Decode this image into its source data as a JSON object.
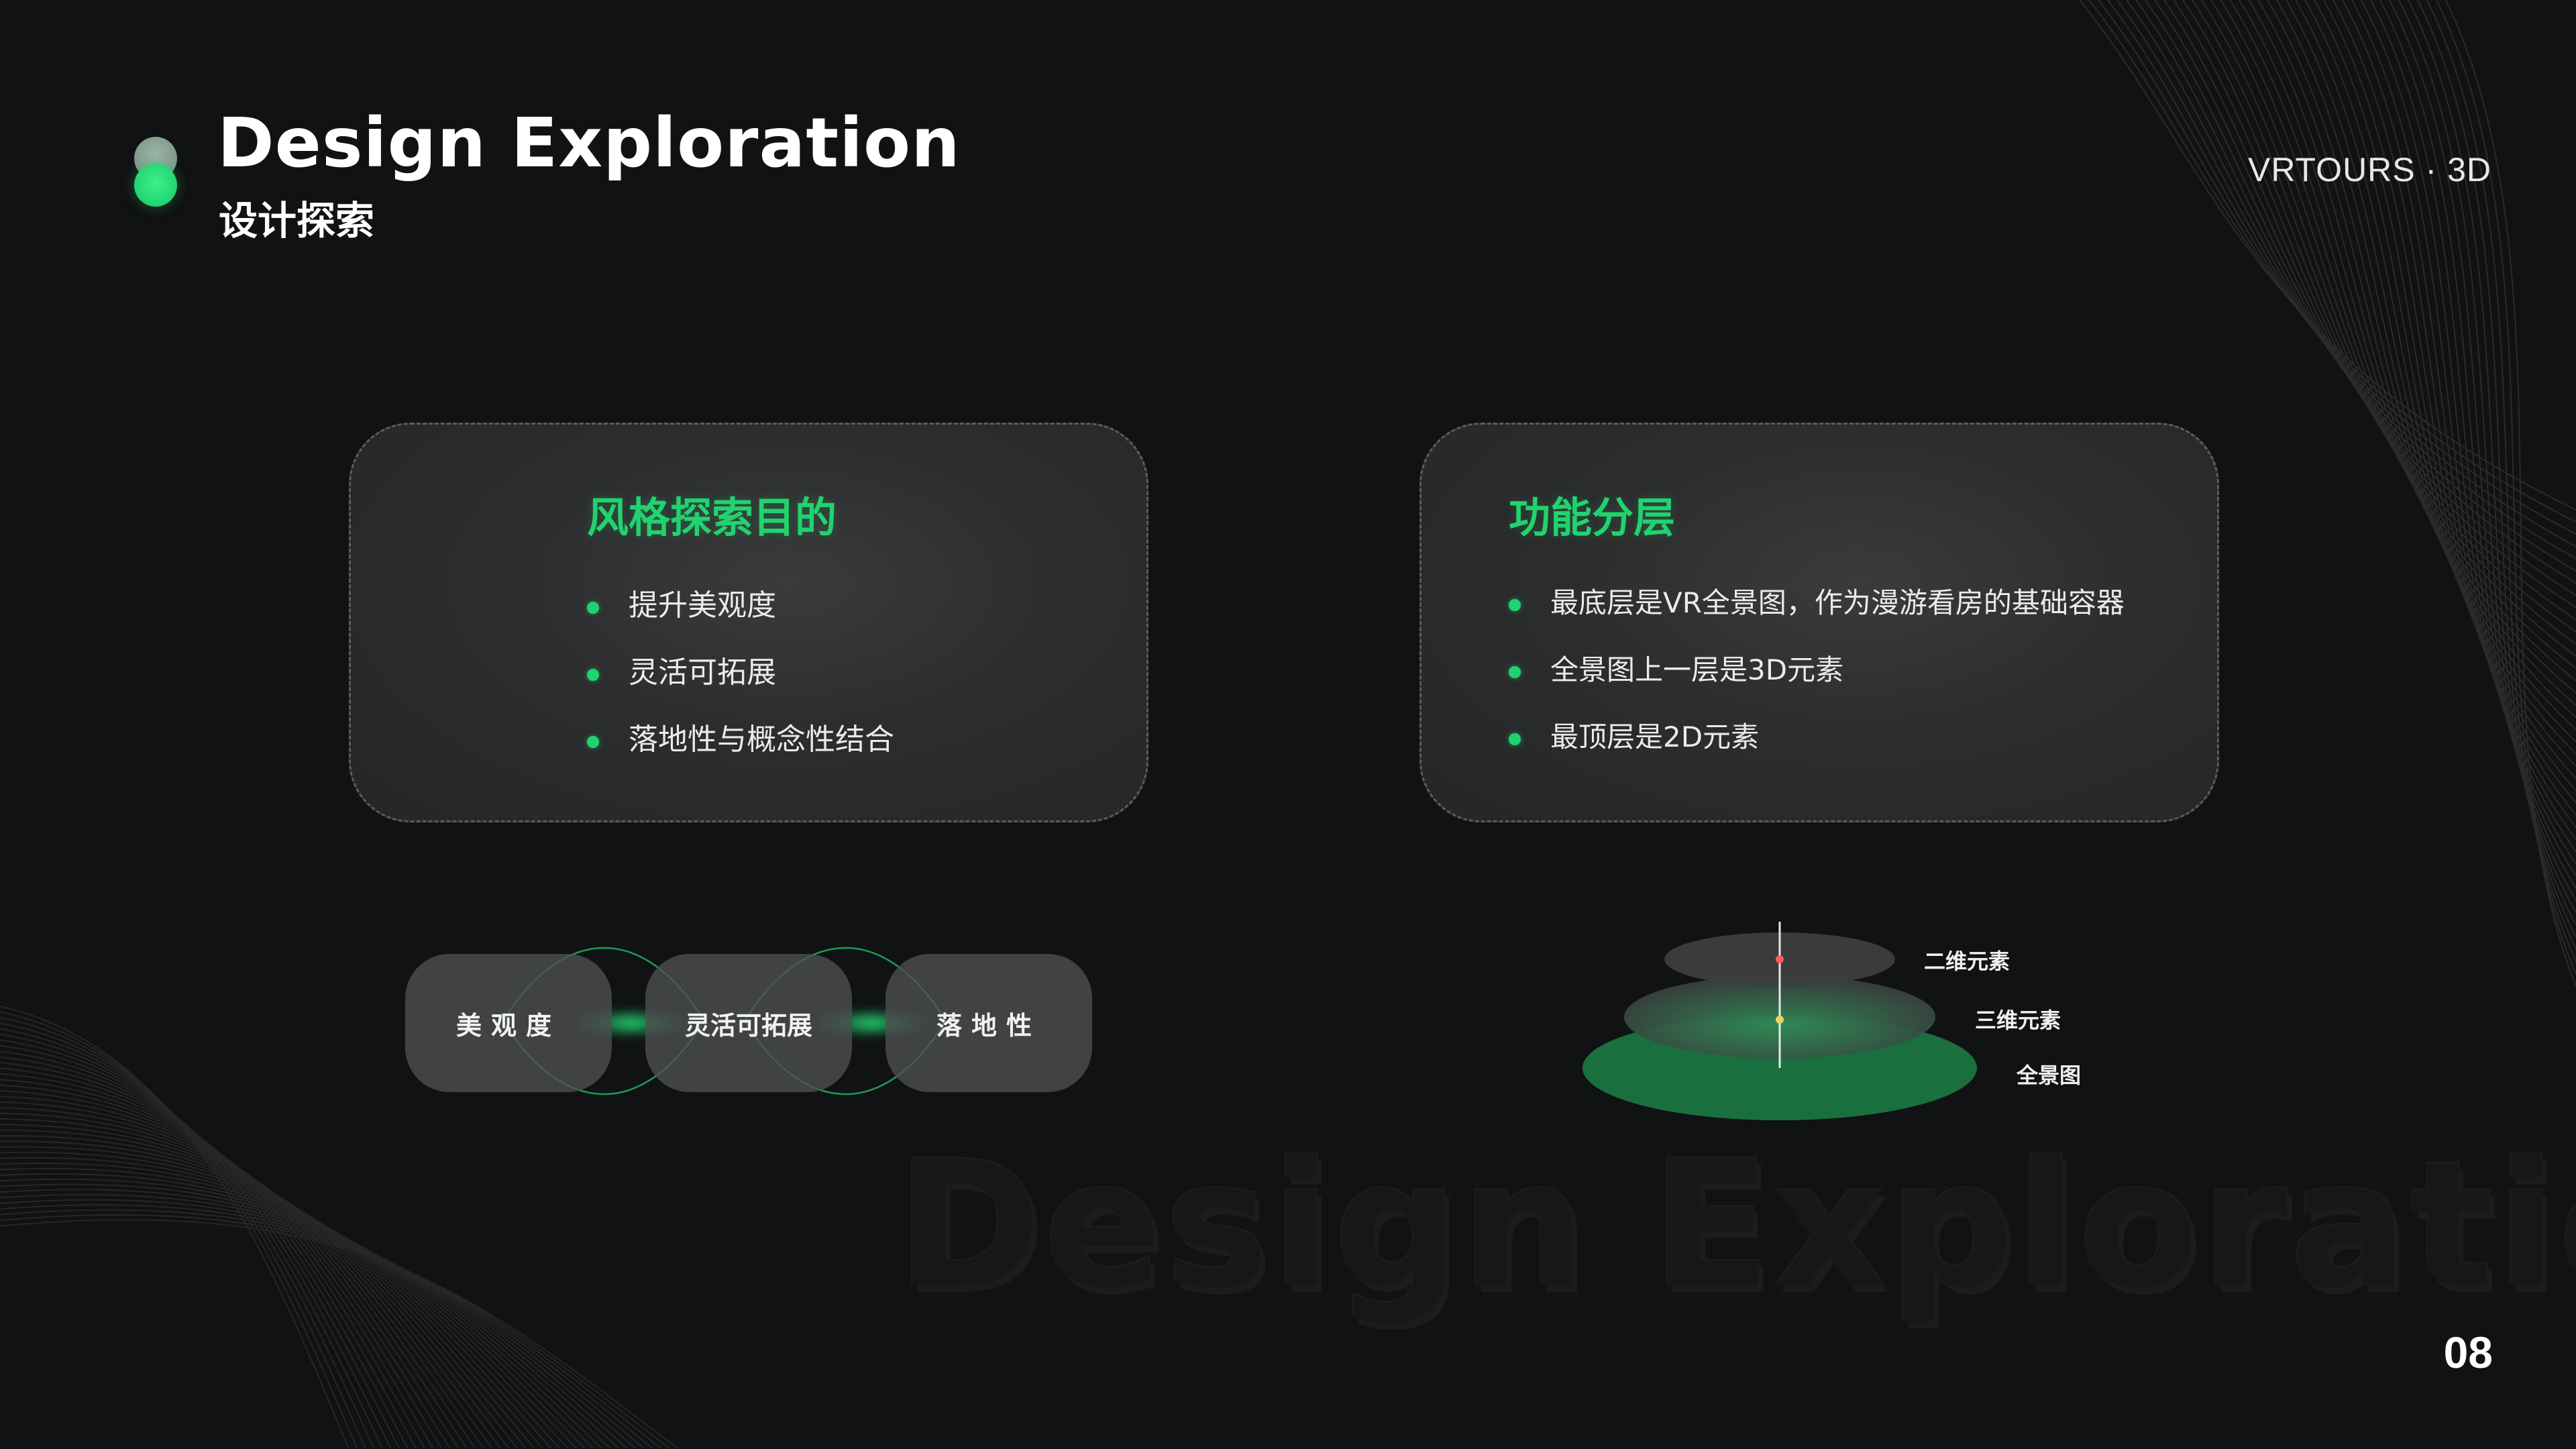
{
  "header": {
    "title_en": "Design Exploration",
    "title_zh": "设计探索",
    "brand": "VRTOURS · 3D"
  },
  "cards": {
    "left": {
      "title": "风格探索目的",
      "items": [
        "提升美观度",
        "灵活可拓展",
        "落地性与概念性结合"
      ]
    },
    "right": {
      "title": "功能分层",
      "items": [
        "最底层是VR全景图，作为漫游看房的基础容器",
        "全景图上一层是3D元素",
        "最顶层是2D元素"
      ]
    }
  },
  "pill_diagram": {
    "pills": [
      "美观度",
      "灵活可拓展",
      "落地性"
    ]
  },
  "layer_diagram": {
    "labels": [
      "二维元素",
      "三维元素",
      "全景图"
    ]
  },
  "watermark": "Design Exploratio",
  "page_number": "08",
  "colors": {
    "background": "#111213",
    "accent_green": "#21d36f",
    "card_border": "#5a5c5d"
  }
}
